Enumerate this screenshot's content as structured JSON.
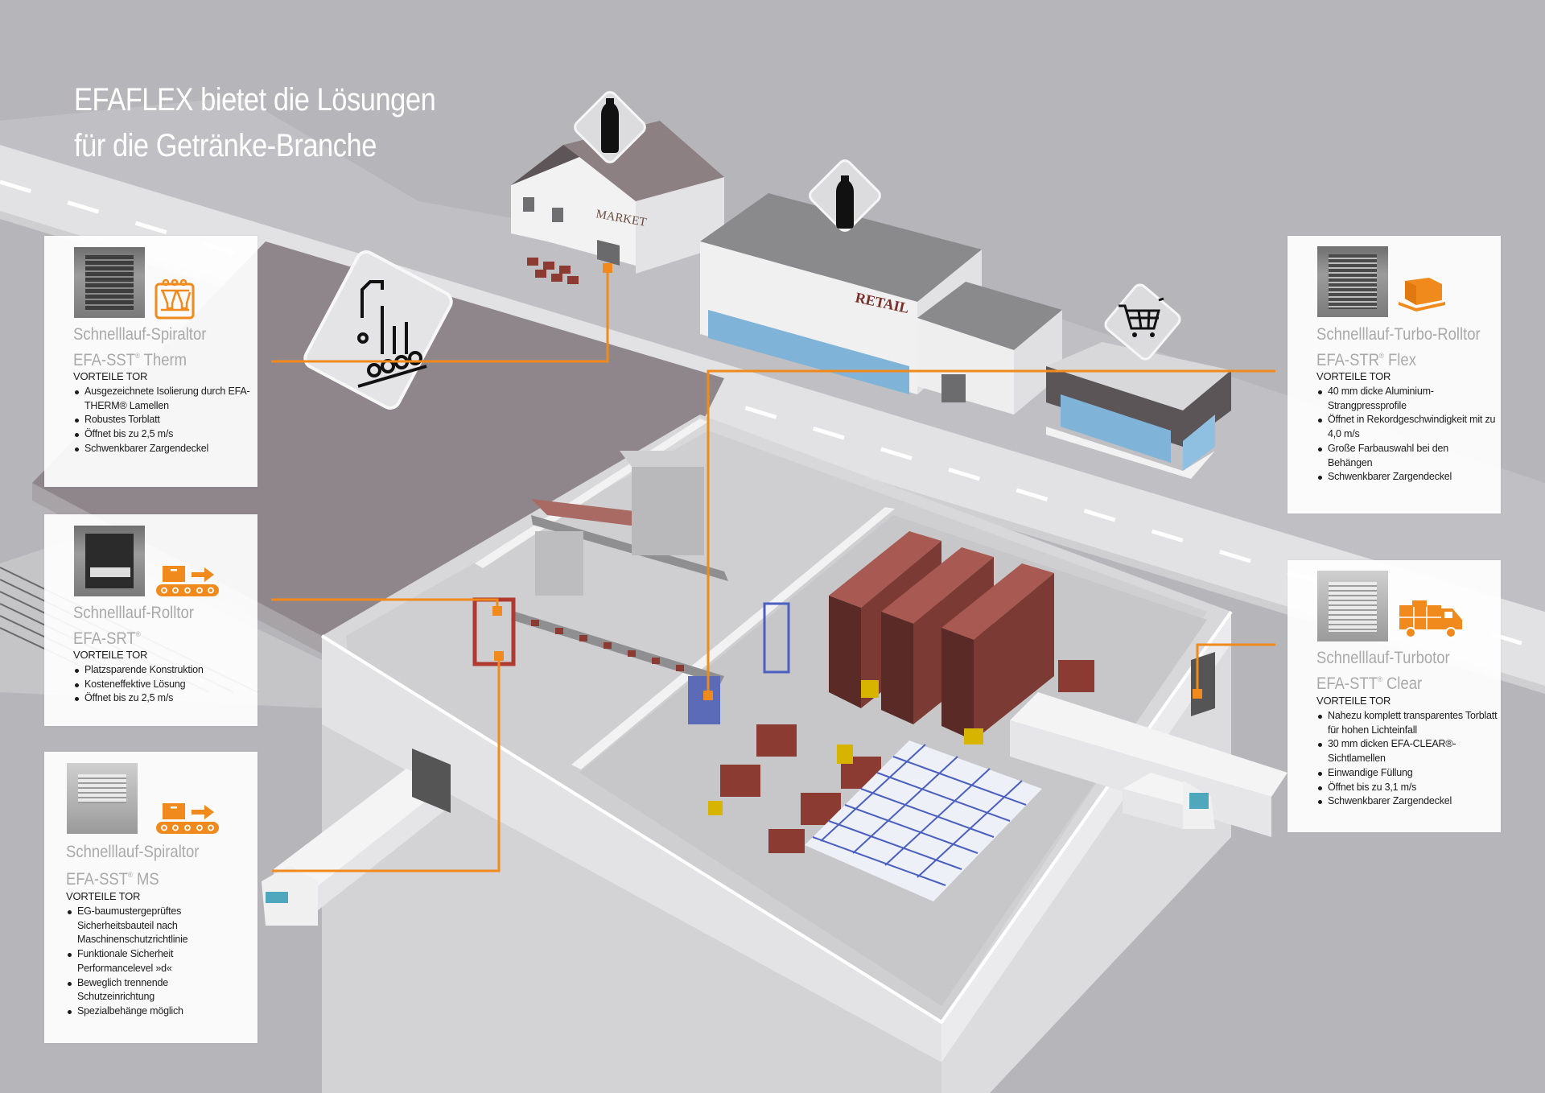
{
  "headline": {
    "line1": "EFAFLEX bietet die Lösungen",
    "line2": "für die Getränke-Branche"
  },
  "colors": {
    "accent": "#f08a1c",
    "background": "#b6b5ba",
    "card_background": "#ffffff",
    "product_name": "#a9a9a9",
    "body_text": "#1c1c1c",
    "product_red": "#8c3b32",
    "window_blue": "#7fb3d8",
    "rack_blue": "#4a5fbf"
  },
  "scene": {
    "buildings": [
      {
        "label": "MARKET",
        "sign_icon": "bottle-icon"
      },
      {
        "label": "RETAIL",
        "sign_icon": "bottle-icon"
      },
      {
        "label": "",
        "sign_icon": "shopping-cart-icon"
      }
    ],
    "production_sign_icon": "bottling-robot-conveyor-icon"
  },
  "cards": [
    {
      "id": "sst-therm",
      "category_icon": "beverage-crate-icon",
      "name_line1": "Schnelllauf-Spiraltor",
      "name_line2_prefix": "EFA-SST",
      "name_line2_reg": "®",
      "name_line2_suffix": " Therm",
      "advantages_title": "VORTEILE TOR",
      "advantages": [
        "Ausgezeichnete Isolierung durch EFA-THERM® Lamellen",
        "Robustes Torblatt",
        "Öffnet bis zu 2,5 m/s",
        "Schwenkbarer Zargendeckel"
      ]
    },
    {
      "id": "srt",
      "category_icon": "conveyor-box-icon",
      "name_line1": "Schnelllauf-Rolltor",
      "name_line2_prefix": "EFA-SRT",
      "name_line2_reg": "®",
      "name_line2_suffix": "",
      "advantages_title": "VORTEILE TOR",
      "advantages": [
        "Platzsparende Konstruktion",
        "Kosteneffektive Lösung",
        "Öffnet bis zu 2,5 m/s"
      ]
    },
    {
      "id": "sst-ms",
      "category_icon": "conveyor-box-icon",
      "name_line1": "Schnelllauf-Spiraltor",
      "name_line2_prefix": "EFA-SST",
      "name_line2_reg": "®",
      "name_line2_suffix": " MS",
      "advantages_title": "VORTEILE TOR",
      "advantages": [
        "EG-baumustergeprüftes Sicherheitsbauteil nach Maschinenschutzrichtlinie",
        "Funktionale Sicherheit Performancelevel »d«",
        "Beweglich trennende Schutzeinrichtung",
        "Spezialbehänge möglich"
      ]
    },
    {
      "id": "str-flex",
      "category_icon": "pallet-icon",
      "name_line1": "Schnelllauf-Turbo-Rolltor",
      "name_line2_prefix": "EFA-STR",
      "name_line2_reg": "®",
      "name_line2_suffix": " Flex",
      "advantages_title": "VORTEILE TOR",
      "advantages": [
        "40 mm dicke Aluminium-Strangpressprofile",
        "Öffnet in Rekordgeschwindigkeit mit zu 4,0 m/s",
        "Große Farbauswahl bei den Behängen",
        "Schwenkbarer Zargendeckel"
      ]
    },
    {
      "id": "stt-clear",
      "category_icon": "delivery-truck-icon",
      "name_line1": "Schnelllauf-Turbotor",
      "name_line2_prefix": "EFA-STT",
      "name_line2_reg": "®",
      "name_line2_suffix": " Clear",
      "advantages_title": "VORTEILE TOR",
      "advantages": [
        "Nahezu komplett transparentes Torblatt für hohen Lichteinfall",
        "30 mm dicken EFA-CLEAR®-Sichtlamellen",
        "Einwandige Füllung",
        "Öffnet bis zu 3,1 m/s",
        "Schwenkbarer Zargendeckel"
      ]
    }
  ]
}
